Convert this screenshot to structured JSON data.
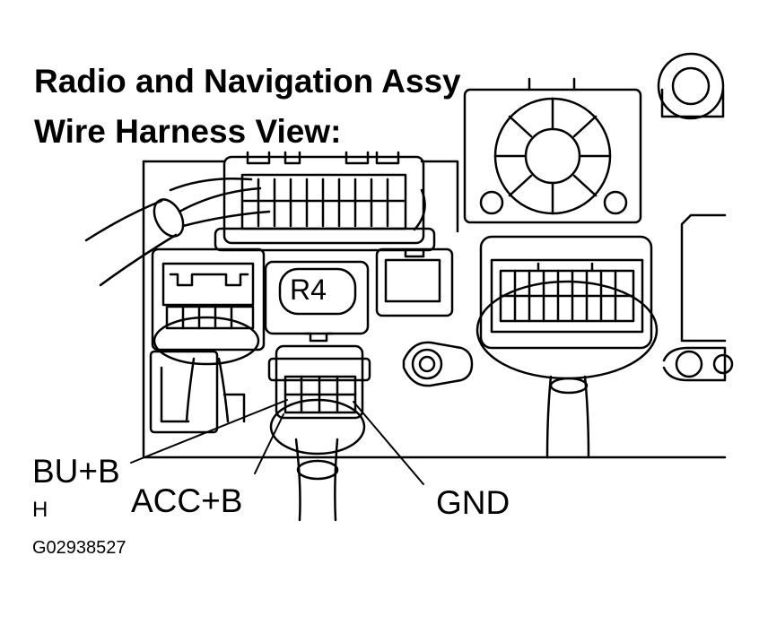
{
  "title": {
    "line1": "Radio and Navigation Assy",
    "line2": "Wire Harness View:"
  },
  "connector_label": "R4",
  "pin_labels": {
    "bu_b": "BU+B",
    "acc_b": "ACC+B",
    "gnd": "GND",
    "h": "H"
  },
  "figure_code": "G02938527",
  "colors": {
    "line": "#000000",
    "background": "#ffffff"
  }
}
